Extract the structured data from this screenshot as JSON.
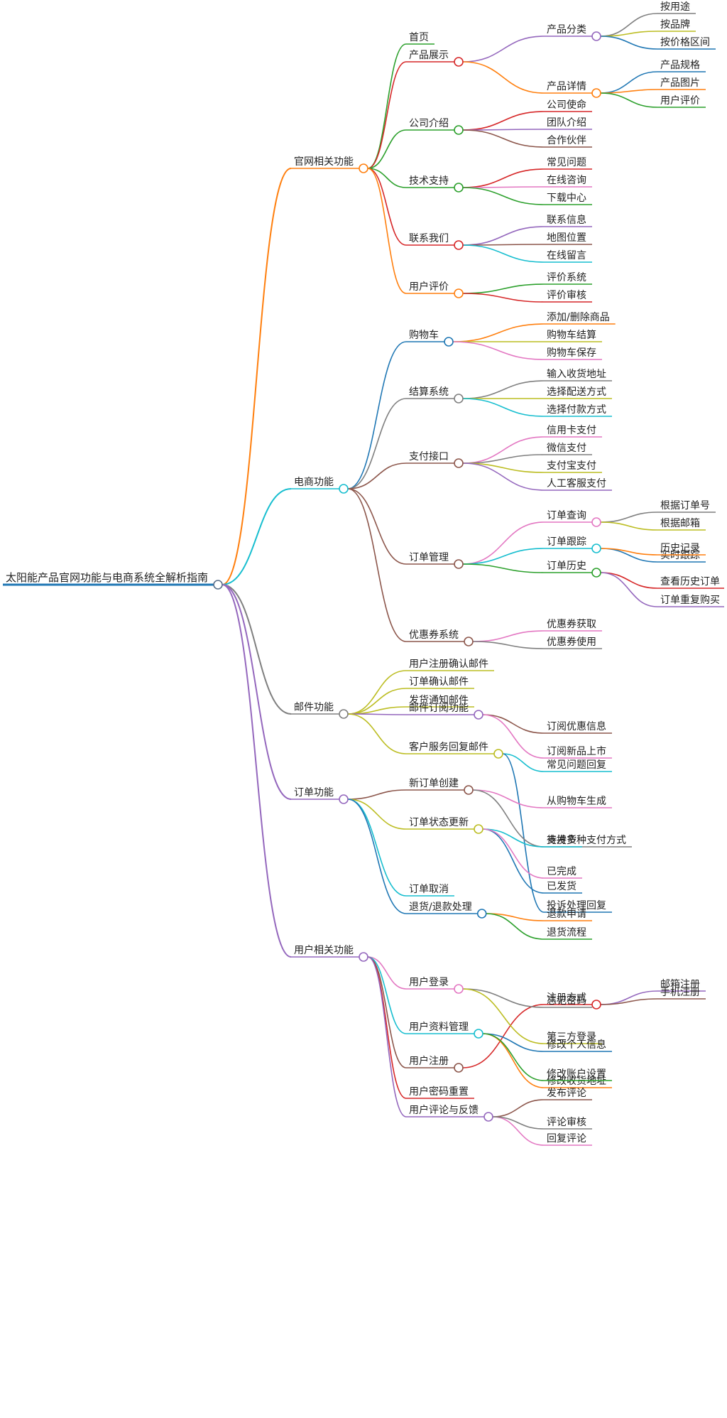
{
  "root": {
    "label": "太阳能产品官网功能与电商系统全解析指南",
    "color": "#1f77b4",
    "children": [
      {
        "label": "官网相关功能",
        "color": "#ff7f0e",
        "children": [
          {
            "label": "首页",
            "color": "#2ca02c"
          },
          {
            "label": "产品展示",
            "color": "#d62728",
            "children": [
              {
                "label": "产品分类",
                "color": "#9467bd",
                "children": [
                  {
                    "label": "按用途",
                    "color": "#7f7f7f"
                  },
                  {
                    "label": "按品牌",
                    "color": "#bcbd22"
                  },
                  {
                    "label": "按价格区间",
                    "color": "#1f77b4"
                  }
                ]
              },
              {
                "label": "产品详情",
                "color": "#ff7f0e",
                "children": [
                  {
                    "label": "产品规格",
                    "color": "#1f77b4"
                  },
                  {
                    "label": "产品图片",
                    "color": "#ff7f0e"
                  },
                  {
                    "label": "用户评价",
                    "color": "#2ca02c"
                  }
                ]
              }
            ]
          },
          {
            "label": "公司介绍",
            "color": "#2ca02c",
            "children": [
              {
                "label": "公司使命",
                "color": "#d62728"
              },
              {
                "label": "团队介绍",
                "color": "#9467bd"
              },
              {
                "label": "合作伙伴",
                "color": "#8c564b"
              }
            ]
          },
          {
            "label": "技术支持",
            "color": "#2ca02c",
            "children": [
              {
                "label": "常见问题",
                "color": "#d62728"
              },
              {
                "label": "在线咨询",
                "color": "#e377c2"
              },
              {
                "label": "下载中心",
                "color": "#2ca02c"
              }
            ]
          },
          {
            "label": "联系我们",
            "color": "#d62728",
            "children": [
              {
                "label": "联系信息",
                "color": "#9467bd"
              },
              {
                "label": "地图位置",
                "color": "#8c564b"
              },
              {
                "label": "在线留言",
                "color": "#17becf"
              }
            ]
          },
          {
            "label": "用户评价",
            "color": "#ff7f0e",
            "children": [
              {
                "label": "评价系统",
                "color": "#2ca02c"
              },
              {
                "label": "评价审核",
                "color": "#d62728"
              }
            ]
          }
        ]
      },
      {
        "label": "电商功能",
        "color": "#17becf",
        "children": [
          {
            "label": "购物车",
            "color": "#1f77b4",
            "children": [
              {
                "label": "添加/删除商品",
                "color": "#ff7f0e"
              },
              {
                "label": "购物车结算",
                "color": "#bcbd22"
              },
              {
                "label": "购物车保存",
                "color": "#e377c2"
              }
            ]
          },
          {
            "label": "结算系统",
            "color": "#7f7f7f",
            "children": [
              {
                "label": "输入收货地址",
                "color": "#7f7f7f"
              },
              {
                "label": "选择配送方式",
                "color": "#bcbd22"
              },
              {
                "label": "选择付款方式",
                "color": "#17becf"
              }
            ]
          },
          {
            "label": "支付接口",
            "color": "#8c564b",
            "children": [
              {
                "label": "信用卡支付",
                "color": "#e377c2"
              },
              {
                "label": "微信支付",
                "color": "#7f7f7f"
              },
              {
                "label": "支付宝支付",
                "color": "#bcbd22"
              },
              {
                "label": "人工客服支付",
                "color": "#9467bd"
              }
            ]
          },
          {
            "label": "订单管理",
            "color": "#8c564b",
            "children": [
              {
                "label": "订单查询",
                "color": "#e377c2",
                "children": [
                  {
                    "label": "根据订单号",
                    "color": "#7f7f7f"
                  },
                  {
                    "label": "根据邮箱",
                    "color": "#bcbd22"
                  }
                ]
              },
              {
                "label": "订单跟踪",
                "color": "#17becf",
                "children": [
                  {
                    "label": "实时跟踪",
                    "color": "#1f77b4"
                  },
                  {
                    "label": "历史记录",
                    "color": "#ff7f0e"
                  }
                ]
              },
              {
                "label": "订单历史",
                "color": "#2ca02c",
                "children": [
                  {
                    "label": "查看历史订单",
                    "color": "#d62728"
                  },
                  {
                    "label": "订单重复购买",
                    "color": "#9467bd"
                  }
                ]
              }
            ]
          },
          {
            "label": "优惠券系统",
            "color": "#8c564b",
            "children": [
              {
                "label": "优惠券获取",
                "color": "#e377c2"
              },
              {
                "label": "优惠券使用",
                "color": "#7f7f7f"
              }
            ]
          }
        ]
      },
      {
        "label": "邮件功能",
        "color": "#7f7f7f",
        "children": [
          {
            "label": "用户注册确认邮件",
            "color": "#bcbd22"
          },
          {
            "label": "订单确认邮件",
            "color": "#bcbd22"
          },
          {
            "label": "发货通知邮件",
            "color": "#bcbd22"
          },
          {
            "label": "邮件订阅功能",
            "color": "#9467bd",
            "children": [
              {
                "label": "订阅优惠信息",
                "color": "#8c564b"
              },
              {
                "label": "订阅新品上市",
                "color": "#e377c2"
              }
            ]
          },
          {
            "label": "客户服务回复邮件",
            "color": "#bcbd22",
            "children": [
              {
                "label": "常见问题回复",
                "color": "#17becf"
              },
              {
                "label": "投诉处理回复",
                "color": "#1f77b4"
              }
            ]
          }
        ]
      },
      {
        "label": "订单功能",
        "color": "#9467bd",
        "children": [
          {
            "label": "新订单创建",
            "color": "#8c564b",
            "children": [
              {
                "label": "从购物车生成",
                "color": "#e377c2"
              },
              {
                "label": "支持多种支付方式",
                "color": "#7f7f7f"
              }
            ]
          },
          {
            "label": "订单状态更新",
            "color": "#bcbd22",
            "children": [
              {
                "label": "待发货",
                "color": "#17becf"
              },
              {
                "label": "已发货",
                "color": "#1f77b4"
              },
              {
                "label": "已完成",
                "color": "#e377c2"
              }
            ]
          },
          {
            "label": "订单取消",
            "color": "#17becf"
          },
          {
            "label": "退货/退款处理",
            "color": "#1f77b4",
            "children": [
              {
                "label": "退款申请",
                "color": "#ff7f0e"
              },
              {
                "label": "退货流程",
                "color": "#2ca02c"
              }
            ]
          }
        ]
      },
      {
        "label": "用户相关功能",
        "color": "#9467bd",
        "children": [
          {
            "label": "用户注册",
            "color": "#8c564b",
            "children": [
              {
                "label": "注册方式",
                "color": "#d62728",
                "children": [
                  {
                    "label": "邮箱注册",
                    "color": "#9467bd"
                  },
                  {
                    "label": "手机注册",
                    "color": "#8c564b"
                  }
                ]
              }
            ]
          },
          {
            "label": "用户登录",
            "color": "#e377c2",
            "children": [
              {
                "label": "忘记密码",
                "color": "#7f7f7f"
              },
              {
                "label": "第三方登录",
                "color": "#bcbd22"
              }
            ]
          },
          {
            "label": "用户资料管理",
            "color": "#17becf",
            "children": [
              {
                "label": "修改个人信息",
                "color": "#1f77b4"
              },
              {
                "label": "修改收货地址",
                "color": "#ff7f0e"
              },
              {
                "label": "修改账户设置",
                "color": "#2ca02c"
              }
            ]
          },
          {
            "label": "用户密码重置",
            "color": "#d62728"
          },
          {
            "label": "用户评论与反馈",
            "color": "#9467bd",
            "children": [
              {
                "label": "发布评论",
                "color": "#8c564b"
              },
              {
                "label": "回复评论",
                "color": "#e377c2"
              },
              {
                "label": "评论审核",
                "color": "#7f7f7f"
              }
            ]
          }
        ]
      }
    ]
  }
}
